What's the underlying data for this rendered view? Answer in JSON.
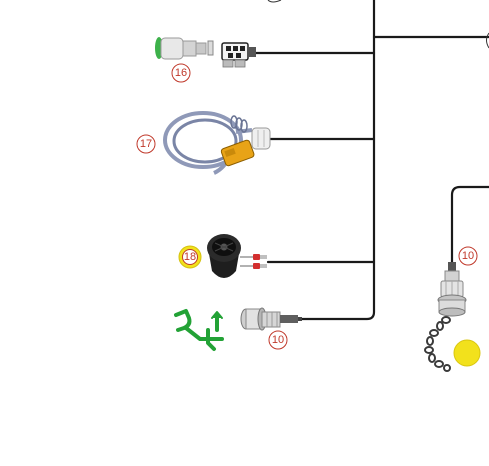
{
  "callouts": {
    "c16": "16",
    "c17": "17",
    "c18": "18",
    "c10_bottom": "10",
    "c10_right": "10"
  },
  "colors": {
    "wire": "#1a1a1a",
    "callout": "#c0392b",
    "highlight": "#f2e11c",
    "green_symbol": "#23a236",
    "cable_blue": "#8f99b8",
    "yellow_sensor": "#e8a317"
  },
  "icons": {
    "part_16": "push-button-switch-icon",
    "part_17": "cable-sensor-icon",
    "part_18": "buzzer-icon",
    "part_10": "round-connector-icon",
    "green_symbol": "hydraulic-lift-icon"
  }
}
